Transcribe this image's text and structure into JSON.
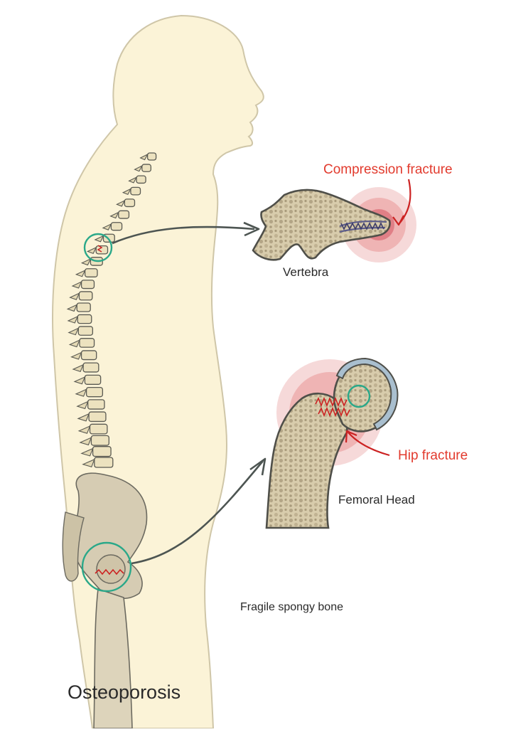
{
  "labels": {
    "compression_fracture": "Compression fracture",
    "vertebra": "Vertebra",
    "hip_fracture": "Hip fracture",
    "femoral_head": "Femoral Head",
    "fragile_bone": "Fragile spongy bone",
    "title": "Osteoporosis"
  },
  "colors": {
    "skin": "#fbf3d7",
    "skin_outline": "#cfc6a8",
    "bone": "#ece2bf",
    "bone_outline": "#5a5a52",
    "spongy": "#d8ccac",
    "spongy_dot": "#b3a586",
    "highlight_ring": "#2aa889",
    "fracture_red": "#cc2222",
    "halo_outer": "#f6d9d9",
    "halo_mid": "#efb4b4",
    "halo_inner": "#e07f86",
    "cartilage": "#a9bfcf",
    "arrow": "#4d5552",
    "label_red": "#e23b2e"
  },
  "icons": [
    "spine-illustration",
    "pelvis-illustration",
    "vertebra-icon",
    "femoral-head-icon",
    "zoom-arrow-icon"
  ]
}
